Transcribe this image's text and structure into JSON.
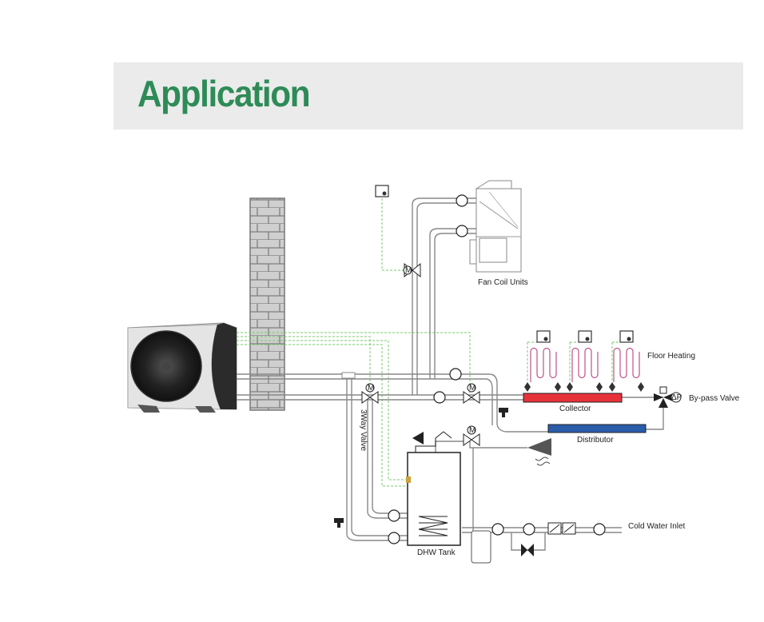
{
  "header": {
    "title": "Application"
  },
  "colors": {
    "title": "#2e8b57",
    "banner": "#ebebeb",
    "pipe": "#888888",
    "signal": "#7bc96f",
    "collector": "#e8323a",
    "distributor": "#2a5caa",
    "floor_loop": "#c0508a",
    "brick": "#cfcfcf"
  },
  "labels": {
    "fan_coil_units": "Fan Coil Units",
    "floor_heating": "Floor Heating",
    "bypass_valve": "By-pass Valve",
    "collector": "Collector",
    "distributor": "Distributor",
    "three_way_valve": "3Way Valve",
    "dhw_tank": "DHW Tank",
    "cold_water_inlet": "Cold Water Inlet",
    "motor": "M",
    "delta_p": "ΔP"
  }
}
